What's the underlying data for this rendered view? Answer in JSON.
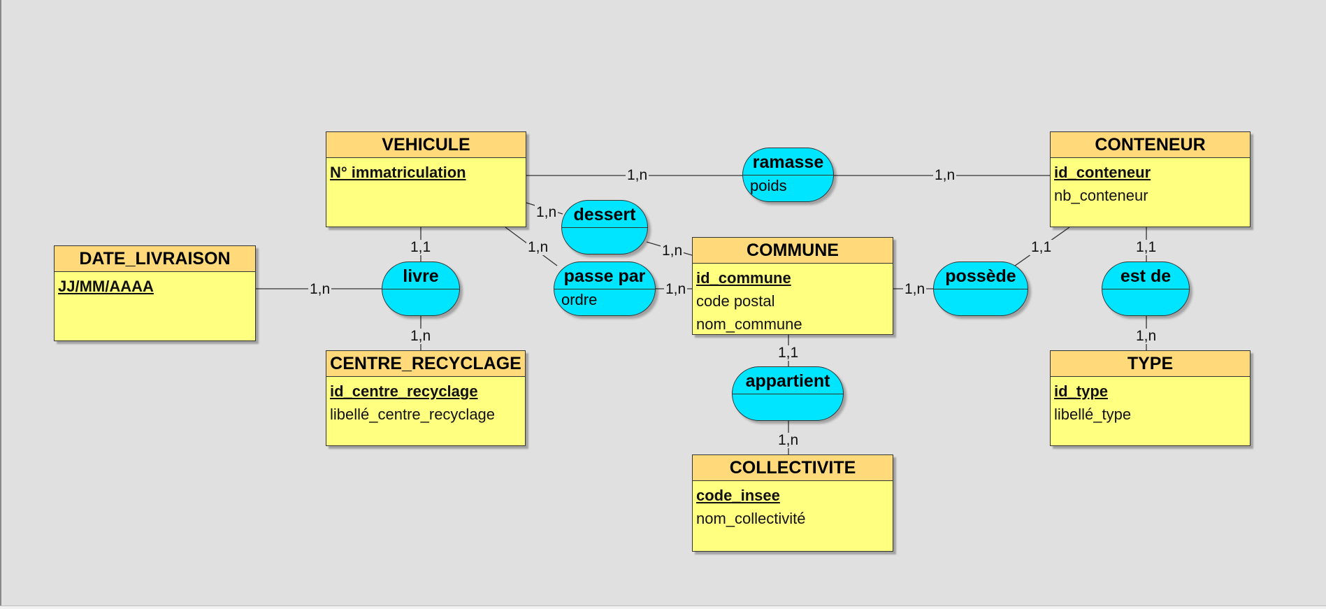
{
  "colors": {
    "background": "#e0e0e0",
    "entity_header": "#ffd97a",
    "entity_body": "#ffff80",
    "association": "#00e5ff",
    "line": "#333333"
  },
  "entities": {
    "vehicule": {
      "name": "VEHICULE",
      "attributes": [
        {
          "text": "N° immatriculation",
          "key": true
        }
      ]
    },
    "conteneur": {
      "name": "CONTENEUR",
      "attributes": [
        {
          "text": "id_conteneur",
          "key": true
        },
        {
          "text": "nb_conteneur",
          "key": false
        }
      ]
    },
    "date_livraison": {
      "name": "DATE_LIVRAISON",
      "attributes": [
        {
          "text": "JJ/MM/AAAA",
          "key": true
        }
      ]
    },
    "commune": {
      "name": "COMMUNE",
      "attributes": [
        {
          "text": "id_commune",
          "key": true
        },
        {
          "text": "code postal",
          "key": false
        },
        {
          "text": "nom_commune",
          "key": false
        }
      ]
    },
    "centre_recyclage": {
      "name": "CENTRE_RECYCLAGE",
      "attributes": [
        {
          "text": "id_centre_recyclage",
          "key": true
        },
        {
          "text": "libellé_centre_recyclage",
          "key": false
        }
      ]
    },
    "type": {
      "name": "TYPE",
      "attributes": [
        {
          "text": "id_type",
          "key": true
        },
        {
          "text": "libellé_type",
          "key": false
        }
      ]
    },
    "collectivite": {
      "name": "COLLECTIVITE",
      "attributes": [
        {
          "text": "code_insee",
          "key": true
        },
        {
          "text": "nom_collectivité",
          "key": false
        }
      ]
    }
  },
  "associations": {
    "ramasse": {
      "name": "ramasse",
      "properties": [
        "poids"
      ]
    },
    "dessert": {
      "name": "dessert",
      "properties": []
    },
    "passe_par": {
      "name": "passe par",
      "properties": [
        "ordre"
      ]
    },
    "livre": {
      "name": "livre",
      "properties": []
    },
    "possede": {
      "name": "possède",
      "properties": []
    },
    "est_de": {
      "name": "est de",
      "properties": []
    },
    "appartient": {
      "name": "appartient",
      "properties": []
    }
  },
  "links": [
    {
      "id": "vehicule-ramasse",
      "entity": "vehicule",
      "association": "ramasse",
      "cardinality": "1,n"
    },
    {
      "id": "conteneur-ramasse",
      "entity": "conteneur",
      "association": "ramasse",
      "cardinality": "1,n"
    },
    {
      "id": "vehicule-dessert",
      "entity": "vehicule",
      "association": "dessert",
      "cardinality": "1,n"
    },
    {
      "id": "commune-dessert",
      "entity": "commune",
      "association": "dessert",
      "cardinality": "1,n"
    },
    {
      "id": "vehicule-passe-par",
      "entity": "vehicule",
      "association": "passe_par",
      "cardinality": "1,n"
    },
    {
      "id": "commune-passe-par",
      "entity": "commune",
      "association": "passe_par",
      "cardinality": "1,n"
    },
    {
      "id": "vehicule-livre",
      "entity": "vehicule",
      "association": "livre",
      "cardinality": "1,1"
    },
    {
      "id": "date-livre",
      "entity": "date_livraison",
      "association": "livre",
      "cardinality": "1,n"
    },
    {
      "id": "centre-livre",
      "entity": "centre_recyclage",
      "association": "livre",
      "cardinality": "1,n"
    },
    {
      "id": "commune-possede",
      "entity": "commune",
      "association": "possede",
      "cardinality": "1,n"
    },
    {
      "id": "conteneur-possede",
      "entity": "conteneur",
      "association": "possede",
      "cardinality": "1,1"
    },
    {
      "id": "conteneur-est-de",
      "entity": "conteneur",
      "association": "est_de",
      "cardinality": "1,1"
    },
    {
      "id": "type-est-de",
      "entity": "type",
      "association": "est_de",
      "cardinality": "1,n"
    },
    {
      "id": "commune-appartient",
      "entity": "commune",
      "association": "appartient",
      "cardinality": "1,1"
    },
    {
      "id": "collectivite-appartient",
      "entity": "collectivite",
      "association": "appartient",
      "cardinality": "1,n"
    }
  ]
}
